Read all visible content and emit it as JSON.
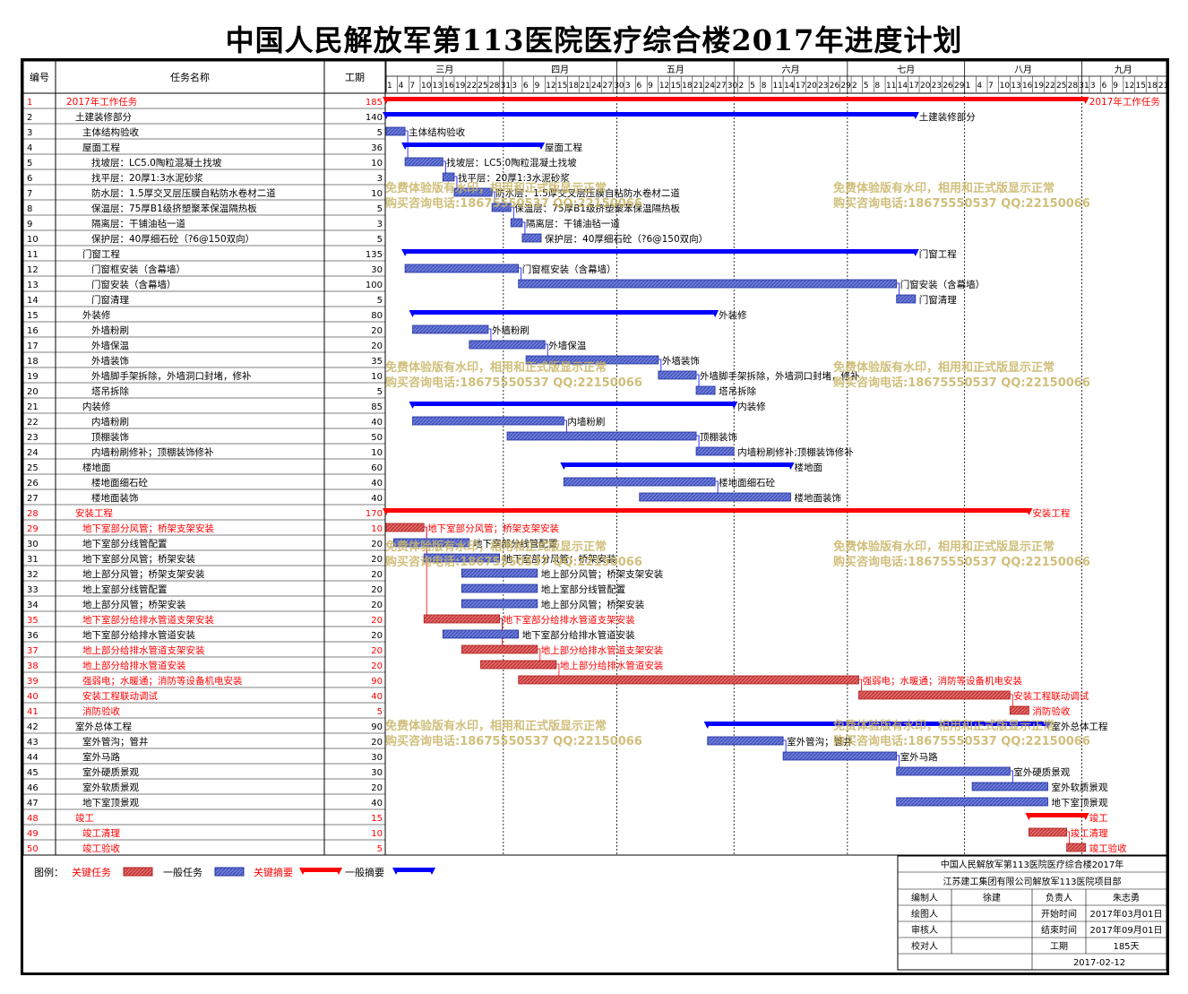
{
  "title": "中国人民解放军第113医院医疗综合楼2017年进度计划",
  "colors": {
    "critical": "#ff0000",
    "critical_bar": "#e06666",
    "normal": "#0000ff",
    "normal_bar": "#6b7bd6",
    "watermark": "#c8b464"
  },
  "headers": {
    "id": "编号",
    "name": "任务名称",
    "duration": "工期"
  },
  "months": [
    "三月",
    "四月",
    "五月",
    "六月",
    "七月",
    "八月",
    "九月"
  ],
  "day_ticks": {
    "三月": [
      "1",
      "4",
      "7",
      "10",
      "13",
      "16",
      "19",
      "22",
      "25",
      "28",
      "31"
    ],
    "四月": [
      "3",
      "6",
      "9",
      "12",
      "15",
      "18",
      "21",
      "24",
      "27",
      "30"
    ],
    "五月": [
      "3",
      "6",
      "9",
      "12",
      "15",
      "18",
      "21",
      "24",
      "27",
      "30"
    ],
    "六月": [
      "2",
      "5",
      "8",
      "11",
      "14",
      "17",
      "20",
      "23",
      "26",
      "29"
    ],
    "七月": [
      "2",
      "5",
      "8",
      "11",
      "14",
      "17",
      "20",
      "23",
      "26",
      "29"
    ],
    "八月": [
      "1",
      "4",
      "7",
      "10",
      "13",
      "16",
      "19",
      "22",
      "25",
      "28",
      "31"
    ],
    "九月": [
      "3",
      "6",
      "9",
      "12",
      "15",
      "18",
      "21"
    ]
  },
  "tasks": [
    {
      "id": "1",
      "name": "2017年工作任务",
      "dur": "185",
      "level": 0,
      "type": "summary",
      "critical": true,
      "start": "2017-03-01",
      "end": "2017-09-02",
      "label": "2017年工作任务"
    },
    {
      "id": "2",
      "name": "土建装修部分",
      "dur": "140",
      "level": 1,
      "type": "summary",
      "critical": false,
      "start": "2017-03-01",
      "end": "2017-07-19",
      "label": "土建装修部分"
    },
    {
      "id": "3",
      "name": "主体结构验收",
      "dur": "5",
      "level": 2,
      "type": "task",
      "critical": false,
      "start": "2017-03-01",
      "end": "2017-03-06",
      "label": "主体结构验收"
    },
    {
      "id": "4",
      "name": "屋面工程",
      "dur": "36",
      "level": 2,
      "type": "summary",
      "critical": false,
      "start": "2017-03-06",
      "end": "2017-04-11",
      "label": "屋面工程"
    },
    {
      "id": "5",
      "name": "找坡层：LC5.0陶粒混凝土找坡",
      "dur": "10",
      "level": 3,
      "type": "task",
      "critical": false,
      "start": "2017-03-06",
      "end": "2017-03-16",
      "label": "找坡层：LC5.0陶粒混凝土找坡"
    },
    {
      "id": "6",
      "name": "找平层：20厚1:3水泥砂浆",
      "dur": "3",
      "level": 3,
      "type": "task",
      "critical": false,
      "start": "2017-03-16",
      "end": "2017-03-19",
      "label": "找平层：20厚1:3水泥砂浆"
    },
    {
      "id": "7",
      "name": "防水层：1.5厚交叉层压膜自粘防水卷材二道",
      "dur": "10",
      "level": 3,
      "type": "task",
      "critical": false,
      "start": "2017-03-19",
      "end": "2017-03-29",
      "label": "防水层：1.5厚交叉层压膜自粘防水卷材二道"
    },
    {
      "id": "8",
      "name": "保温层：75厚B1级挤塑聚苯保温隔热板",
      "dur": "5",
      "level": 3,
      "type": "task",
      "critical": false,
      "start": "2017-03-29",
      "end": "2017-04-03",
      "label": "保温层：75厚B1级挤塑聚苯保温隔热板"
    },
    {
      "id": "9",
      "name": "隔离层：干铺油毡一道",
      "dur": "3",
      "level": 3,
      "type": "task",
      "critical": false,
      "start": "2017-04-03",
      "end": "2017-04-06",
      "label": "隔离层：干铺油毡一道"
    },
    {
      "id": "10",
      "name": "保护层：40厚细石砼（?6@150双向）",
      "dur": "5",
      "level": 3,
      "type": "task",
      "critical": false,
      "start": "2017-04-06",
      "end": "2017-04-11",
      "label": "保护层：40厚细石砼（?6@150双向）"
    },
    {
      "id": "11",
      "name": "门窗工程",
      "dur": "135",
      "level": 2,
      "type": "summary",
      "critical": false,
      "start": "2017-03-06",
      "end": "2017-07-19",
      "label": "门窗工程"
    },
    {
      "id": "12",
      "name": "门窗框安装（含幕墙）",
      "dur": "30",
      "level": 3,
      "type": "task",
      "critical": false,
      "start": "2017-03-06",
      "end": "2017-04-05",
      "label": "门窗框安装（含幕墙）"
    },
    {
      "id": "13",
      "name": "门窗安装（含幕墙）",
      "dur": "100",
      "level": 3,
      "type": "task",
      "critical": false,
      "start": "2017-04-05",
      "end": "2017-07-14",
      "label": "门窗安装（含幕墙）"
    },
    {
      "id": "14",
      "name": "门窗清理",
      "dur": "5",
      "level": 3,
      "type": "task",
      "critical": false,
      "start": "2017-07-14",
      "end": "2017-07-19",
      "label": "门窗清理"
    },
    {
      "id": "15",
      "name": "外装修",
      "dur": "80",
      "level": 2,
      "type": "summary",
      "critical": false,
      "start": "2017-03-08",
      "end": "2017-05-27",
      "label": "外装修"
    },
    {
      "id": "16",
      "name": "外墙粉刷",
      "dur": "20",
      "level": 3,
      "type": "task",
      "critical": false,
      "start": "2017-03-08",
      "end": "2017-03-28",
      "label": "外墙粉刷"
    },
    {
      "id": "17",
      "name": "外墙保温",
      "dur": "20",
      "level": 3,
      "type": "task",
      "critical": false,
      "start": "2017-03-23",
      "end": "2017-04-12",
      "label": "外墙保温"
    },
    {
      "id": "18",
      "name": "外墙装饰",
      "dur": "35",
      "level": 3,
      "type": "task",
      "critical": false,
      "start": "2017-04-07",
      "end": "2017-05-12",
      "label": "外墙装饰"
    },
    {
      "id": "19",
      "name": "外墙脚手架拆除，外墙洞口封堵，修补",
      "dur": "10",
      "level": 3,
      "type": "task",
      "critical": false,
      "start": "2017-05-12",
      "end": "2017-05-22",
      "label": "外墙脚手架拆除，外墙洞口封堵，修补"
    },
    {
      "id": "20",
      "name": "塔吊拆除",
      "dur": "5",
      "level": 3,
      "type": "task",
      "critical": false,
      "start": "2017-05-22",
      "end": "2017-05-27",
      "label": "塔吊拆除"
    },
    {
      "id": "21",
      "name": "内装修",
      "dur": "85",
      "level": 2,
      "type": "summary",
      "critical": false,
      "start": "2017-03-08",
      "end": "2017-06-01",
      "label": "内装修"
    },
    {
      "id": "22",
      "name": "内墙粉刷",
      "dur": "40",
      "level": 3,
      "type": "task",
      "critical": false,
      "start": "2017-03-08",
      "end": "2017-04-17",
      "label": "内墙粉刷"
    },
    {
      "id": "23",
      "name": "顶棚装饰",
      "dur": "50",
      "level": 3,
      "type": "task",
      "critical": false,
      "start": "2017-04-02",
      "end": "2017-05-22",
      "label": "顶棚装饰"
    },
    {
      "id": "24",
      "name": "内墙粉刷修补；顶棚装饰修补",
      "dur": "10",
      "level": 3,
      "type": "task",
      "critical": false,
      "start": "2017-05-22",
      "end": "2017-06-01",
      "label": "内墙粉刷修补;顶棚装饰修补"
    },
    {
      "id": "25",
      "name": "楼地面",
      "dur": "60",
      "level": 2,
      "type": "summary",
      "critical": false,
      "start": "2017-04-17",
      "end": "2017-06-16",
      "label": "楼地面"
    },
    {
      "id": "26",
      "name": "楼地面细石砼",
      "dur": "40",
      "level": 3,
      "type": "task",
      "critical": false,
      "start": "2017-04-17",
      "end": "2017-05-27",
      "label": "楼地面细石砼"
    },
    {
      "id": "27",
      "name": "楼地面装饰",
      "dur": "40",
      "level": 3,
      "type": "task",
      "critical": false,
      "start": "2017-05-07",
      "end": "2017-06-16",
      "label": "楼地面装饰"
    },
    {
      "id": "28",
      "name": "安装工程",
      "dur": "170",
      "level": 1,
      "type": "summary",
      "critical": true,
      "start": "2017-03-01",
      "end": "2017-08-18",
      "label": "安装工程"
    },
    {
      "id": "29",
      "name": "地下室部分风管；桥架支架安装",
      "dur": "10",
      "level": 2,
      "type": "task",
      "critical": true,
      "start": "2017-03-01",
      "end": "2017-03-11",
      "label": "地下室部分风管；桥架支架安装"
    },
    {
      "id": "30",
      "name": "地下室部分线管配置",
      "dur": "20",
      "level": 2,
      "type": "task",
      "critical": false,
      "start": "2017-03-03",
      "end": "2017-03-23",
      "label": "地下室部分线管配置"
    },
    {
      "id": "31",
      "name": "地下室部分风管；桥架安装",
      "dur": "20",
      "level": 2,
      "type": "task",
      "critical": false,
      "start": "2017-03-11",
      "end": "2017-03-31",
      "label": "地下室部分风管；桥架安装"
    },
    {
      "id": "32",
      "name": "地上部分风管；桥架支架安装",
      "dur": "20",
      "level": 2,
      "type": "task",
      "critical": false,
      "start": "2017-03-21",
      "end": "2017-04-10",
      "label": "地上部分风管；桥架支架安装"
    },
    {
      "id": "33",
      "name": "地上室部分线管配置",
      "dur": "20",
      "level": 2,
      "type": "task",
      "critical": false,
      "start": "2017-03-21",
      "end": "2017-04-10",
      "label": "地上室部分线管配置"
    },
    {
      "id": "34",
      "name": "地上部分风管；桥架安装",
      "dur": "20",
      "level": 2,
      "type": "task",
      "critical": false,
      "start": "2017-03-21",
      "end": "2017-04-10",
      "label": "地上部分风管；桥架安装"
    },
    {
      "id": "35",
      "name": "地下室部分给排水管道支架安装",
      "dur": "20",
      "level": 2,
      "type": "task",
      "critical": true,
      "start": "2017-03-11",
      "end": "2017-03-31",
      "label": "地下室部分给排水管道支架安装"
    },
    {
      "id": "36",
      "name": "地下室部分给排水管道安装",
      "dur": "20",
      "level": 2,
      "type": "task",
      "critical": false,
      "start": "2017-03-16",
      "end": "2017-04-05",
      "label": "地下室部分给排水管道安装"
    },
    {
      "id": "37",
      "name": "地上部分给排水管道支架安装",
      "dur": "20",
      "level": 2,
      "type": "task",
      "critical": true,
      "start": "2017-03-21",
      "end": "2017-04-10",
      "label": "地上部分给排水管道支架安装"
    },
    {
      "id": "38",
      "name": "地上部分给排水管道安装",
      "dur": "20",
      "level": 2,
      "type": "task",
      "critical": true,
      "start": "2017-03-26",
      "end": "2017-04-15",
      "label": "地上部分给排水管道安装"
    },
    {
      "id": "39",
      "name": "强弱电；水暖通；消防等设备机电安装",
      "dur": "90",
      "level": 2,
      "type": "task",
      "critical": true,
      "start": "2017-04-05",
      "end": "2017-07-04",
      "label": "强弱电；水暖通；消防等设备机电安装"
    },
    {
      "id": "40",
      "name": "安装工程联动调试",
      "dur": "40",
      "level": 2,
      "type": "task",
      "critical": true,
      "start": "2017-07-04",
      "end": "2017-08-13",
      "label": "安装工程联动调试"
    },
    {
      "id": "41",
      "name": "消防验收",
      "dur": "5",
      "level": 2,
      "type": "task",
      "critical": true,
      "start": "2017-08-13",
      "end": "2017-08-18",
      "label": "消防验收"
    },
    {
      "id": "42",
      "name": "室外总体工程",
      "dur": "90",
      "level": 1,
      "type": "summary",
      "critical": false,
      "start": "2017-05-25",
      "end": "2017-08-23",
      "label": "室外总体工程"
    },
    {
      "id": "43",
      "name": "室外管沟；管井",
      "dur": "20",
      "level": 2,
      "type": "task",
      "critical": false,
      "start": "2017-05-25",
      "end": "2017-06-14",
      "label": "室外管沟；管井"
    },
    {
      "id": "44",
      "name": "室外马路",
      "dur": "30",
      "level": 2,
      "type": "task",
      "critical": false,
      "start": "2017-06-14",
      "end": "2017-07-14",
      "label": "室外马路"
    },
    {
      "id": "45",
      "name": "室外硬质景观",
      "dur": "30",
      "level": 2,
      "type": "task",
      "critical": false,
      "start": "2017-07-14",
      "end": "2017-08-13",
      "label": "室外硬质景观"
    },
    {
      "id": "46",
      "name": "室外软质景观",
      "dur": "20",
      "level": 2,
      "type": "task",
      "critical": false,
      "start": "2017-08-03",
      "end": "2017-08-23",
      "label": "室外软质景观"
    },
    {
      "id": "47",
      "name": "地下室顶景观",
      "dur": "40",
      "level": 2,
      "type": "task",
      "critical": false,
      "start": "2017-07-14",
      "end": "2017-08-23",
      "label": "地下室顶景观"
    },
    {
      "id": "48",
      "name": "竣工",
      "dur": "15",
      "level": 1,
      "type": "summary",
      "critical": true,
      "start": "2017-08-18",
      "end": "2017-09-02",
      "label": "竣工"
    },
    {
      "id": "49",
      "name": "竣工清理",
      "dur": "10",
      "level": 2,
      "type": "task",
      "critical": true,
      "start": "2017-08-18",
      "end": "2017-08-28",
      "label": "竣工清理"
    },
    {
      "id": "50",
      "name": "竣工验收",
      "dur": "5",
      "level": 2,
      "type": "task",
      "critical": true,
      "start": "2017-08-28",
      "end": "2017-09-02",
      "label": "竣工验收"
    }
  ],
  "legend": {
    "title": "图例：",
    "critical_task": "关键任务",
    "normal_task": "一般任务",
    "critical_summary": "关键摘要",
    "normal_summary": "一般摘要"
  },
  "info_box": {
    "project": "中国人民解放军第113医院医疗综合楼2017年",
    "company": "江苏建工集团有限公司解放军113医院项目部",
    "compiler_label": "编制人",
    "compiler": "徐建",
    "responsible_label": "负责人",
    "responsible": "朱志勇",
    "drawer_label": "绘图人",
    "drawer": "",
    "start_label": "开始时间",
    "start": "2017年03月01日",
    "reviewer_label": "审核人",
    "reviewer": "",
    "end_label": "结束时间",
    "end": "2017年09月01日",
    "proofreader_label": "校对人",
    "proofreader": "",
    "duration_label": "工期",
    "duration": "185天",
    "date": "2017-02-12"
  },
  "watermark": {
    "line1": "免费体验版有水印，相用和正式版显示正常",
    "line2": "购买咨询电话:18675550537 QQ:22150066"
  },
  "chart_data": {
    "type": "gantt",
    "title": "中国人民解放军第113医院医疗综合楼2017年进度计划",
    "x_range": [
      "2017-03-01",
      "2017-09-23"
    ],
    "x_unit": "date",
    "grid": true,
    "legend": "bottom-left"
  }
}
